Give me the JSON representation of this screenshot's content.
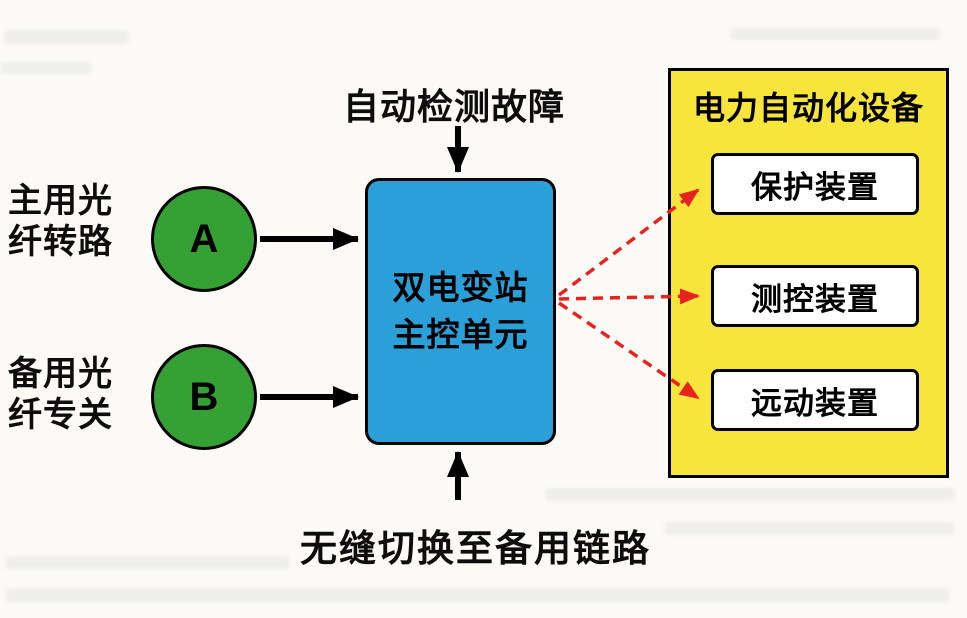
{
  "diagram": {
    "top_label": "自动检测故障",
    "bottom_label": "无缝切换至备用链路",
    "left_top_label": {
      "line1": "主用光",
      "line2": "纤转路"
    },
    "left_bottom_label": {
      "line1": "备用光",
      "line2": "纤专关"
    },
    "node_a": "A",
    "node_b": "B",
    "center_box": {
      "line1": "双电变站",
      "line2": "主控单元"
    },
    "right_panel": {
      "title": "电力自动化设备",
      "items": [
        "保护装置",
        "测控装置",
        "远动装置"
      ]
    },
    "colors": {
      "center_box_fill": "#2a9fd8",
      "node_fill": "#35a135",
      "panel_fill": "#f8e53b",
      "item_fill": "#ffffff",
      "solid_arrow": "#000000",
      "dashed_arrow": "#e8231f"
    }
  }
}
